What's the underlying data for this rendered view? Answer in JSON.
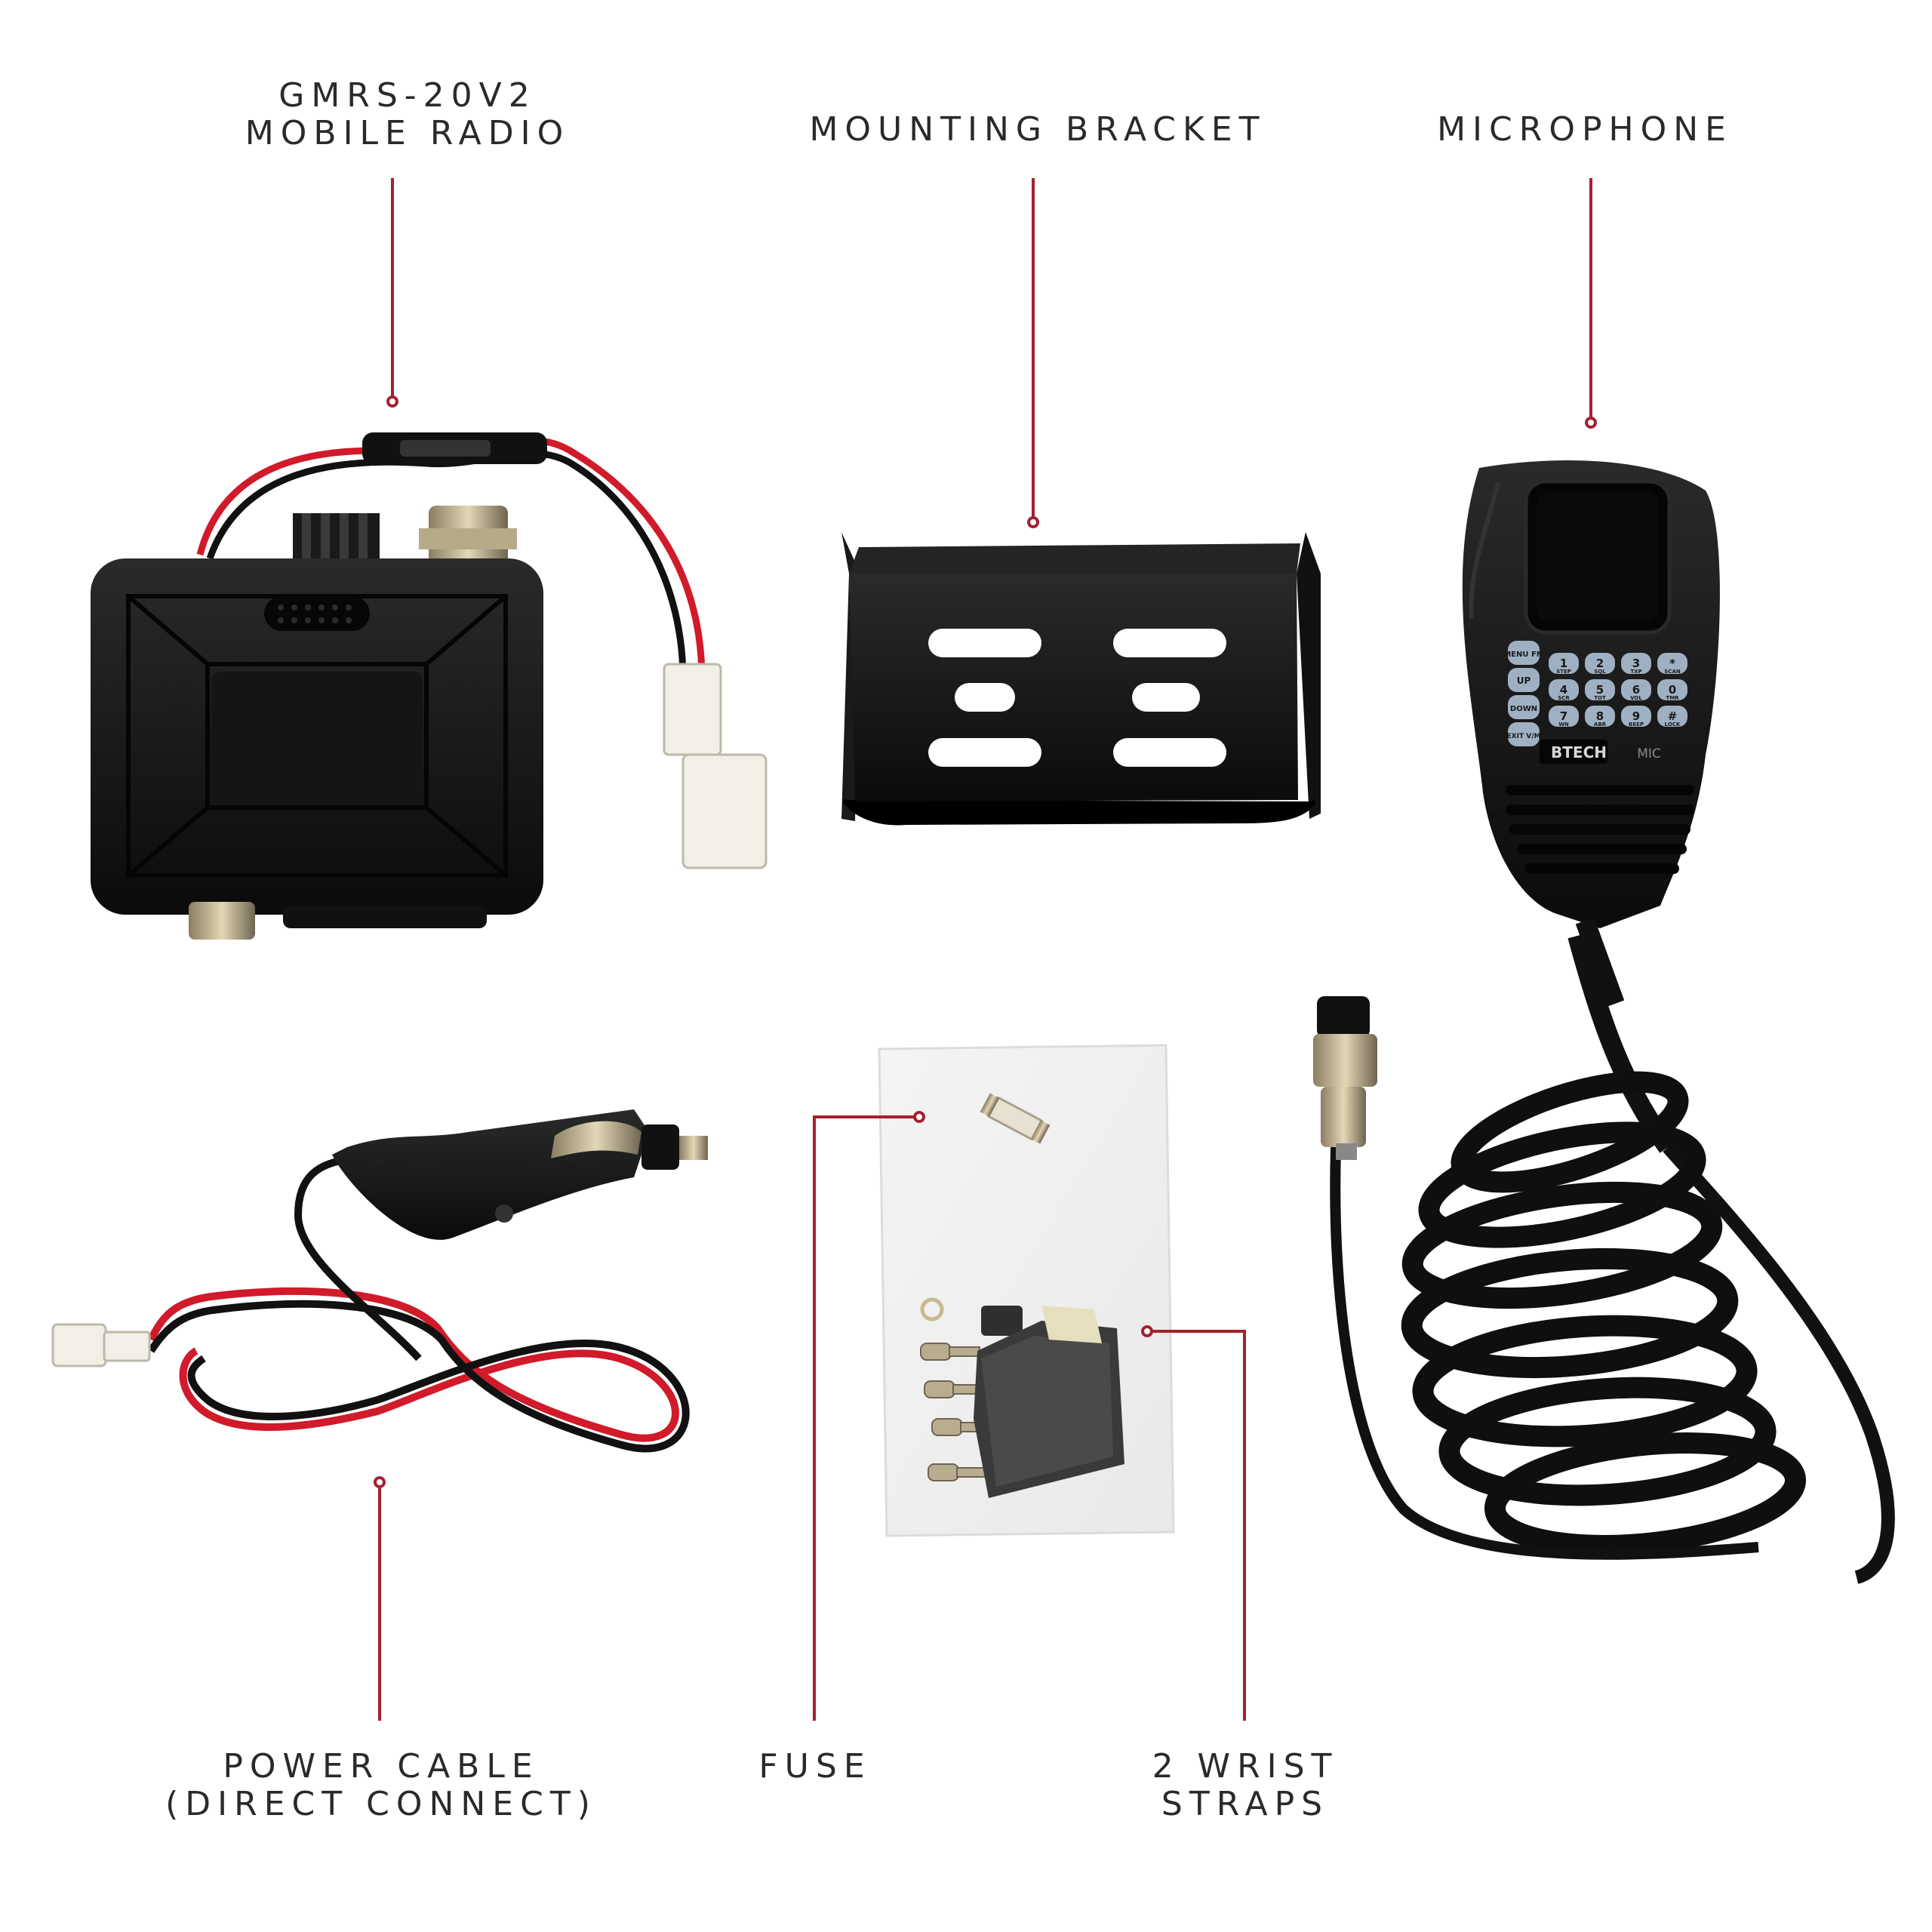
{
  "labels": {
    "radio": {
      "line1": "GMRS-20V2",
      "line2": "MOBILE RADIO"
    },
    "bracket": "MOUNTING BRACKET",
    "microphone": "MICROPHONE",
    "power_cable": {
      "line1": "POWER CABLE",
      "line2": "(DIRECT CONNECT)"
    },
    "fuse": "FUSE",
    "wrist_straps": {
      "line1": "2 WRIST",
      "line2": "STRAPS"
    }
  },
  "keypad": {
    "side_keys": [
      "MENU FM",
      "UP",
      "DOWN",
      "EXIT V/M"
    ],
    "keys": [
      {
        "main": "1",
        "sub": "STEP"
      },
      {
        "main": "2",
        "sub": "SQL"
      },
      {
        "main": "3",
        "sub": "TXP"
      },
      {
        "main": "*",
        "sub": "SCAN"
      },
      {
        "main": "4",
        "sub": "SCR"
      },
      {
        "main": "5",
        "sub": "TOT"
      },
      {
        "main": "6",
        "sub": "VOL"
      },
      {
        "main": "0",
        "sub": "TMR"
      },
      {
        "main": "7",
        "sub": "WN"
      },
      {
        "main": "8",
        "sub": "ABR"
      },
      {
        "main": "9",
        "sub": "BEEP"
      },
      {
        "main": "#",
        "sub": "LOCK"
      }
    ],
    "brand": "BTECH",
    "model": "MIC"
  },
  "colors": {
    "accent": "#a5202f",
    "product": "#111111",
    "cable_red": "#c8102e"
  }
}
